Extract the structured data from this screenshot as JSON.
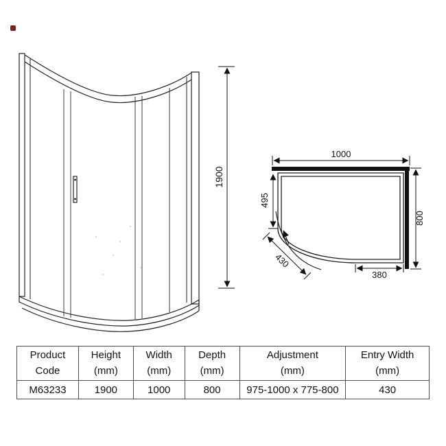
{
  "page": {
    "background": "#ffffff",
    "accent_mark_color": "#7a2121"
  },
  "elevation": {
    "description": "offset quadrant shower enclosure front perspective drawing",
    "height_dim": "1900"
  },
  "plan": {
    "description": "top-down plan view of offset quadrant tray",
    "width_dim": "1000",
    "left_dim": "495",
    "depth_dim": "800",
    "bottom_dim": "380",
    "entry_dim": "430"
  },
  "table": {
    "headers": [
      {
        "line1": "Product",
        "line2": "Code"
      },
      {
        "line1": "Height",
        "line2": "(mm)"
      },
      {
        "line1": "Width",
        "line2": "(mm)"
      },
      {
        "line1": "Depth",
        "line2": "(mm)"
      },
      {
        "line1": "Adjustment",
        "line2": "(mm)"
      },
      {
        "line1": "Entry Width",
        "line2": "(mm)"
      }
    ],
    "row": [
      "M63233",
      "1900",
      "1000",
      "800",
      "975-1000 x 775-800",
      "430"
    ]
  }
}
